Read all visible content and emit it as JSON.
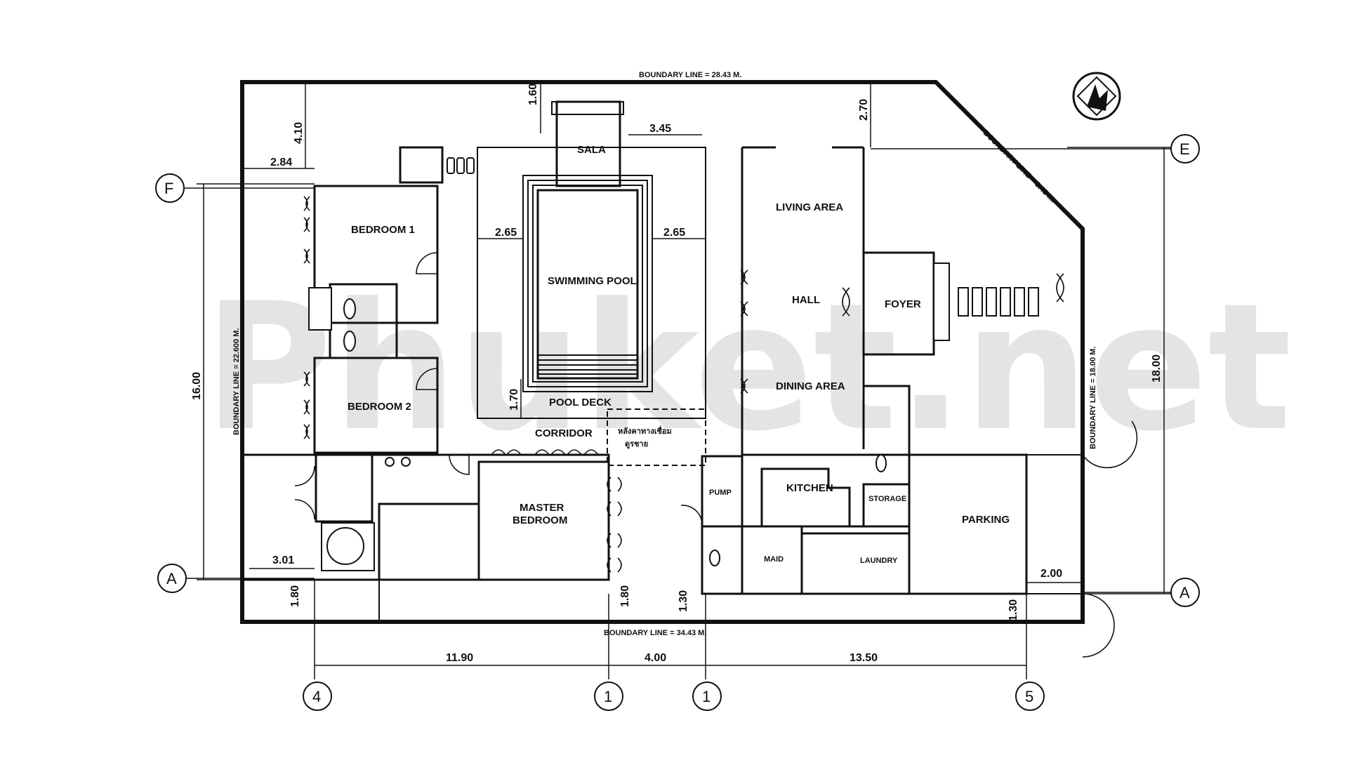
{
  "watermark": "Phuket.net",
  "rooms": {
    "sala": "SALA",
    "bedroom1": "BEDROOM 1",
    "bedroom2": "BEDROOM 2",
    "swimming_pool": "SWIMMING POOL",
    "pool_deck": "POOL DECK",
    "corridor": "CORRIDOR",
    "thai_line1": "หลังคาทางเชื่อม",
    "thai_line2": "ดูรชาย",
    "master_bedroom_line1": "MASTER",
    "master_bedroom_line2": "BEDROOM",
    "living_area": "LIVING AREA",
    "hall": "HALL",
    "dining_area": "DINING AREA",
    "foyer": "FOYER",
    "kitchen": "KITCHEN",
    "pump": "PUMP",
    "storage": "STORAGE",
    "maid": "MAID",
    "laundry": "LAUNDRY",
    "parking": "PARKING"
  },
  "boundary": {
    "top": "BOUNDARY LINE = 28.43 M.",
    "diagonal": "BOUNDARY LINE = 8.43 M.",
    "left": "BOUNDARY LINE = 22.600 M.",
    "right": "BOUNDARY LINE = 18.00 M.",
    "bottom": "BOUNDARY LINE = 34.43 M."
  },
  "dimensions": {
    "d160": "1.60",
    "d410": "4.10",
    "d284": "2.84",
    "d345": "3.45",
    "d270": "2.70",
    "d265_left": "2.65",
    "d265_right": "2.65",
    "d170": "1.70",
    "d301": "3.01",
    "d180_left": "1.80",
    "d180_mid": "1.80",
    "d130_mid": "1.30",
    "d130_right": "1.30",
    "d200": "2.00",
    "d1600": "16.00",
    "d1800": "18.00",
    "d1190": "11.90",
    "d400": "4.00",
    "d1350": "13.50"
  },
  "grid": {
    "F": "F",
    "E": "E",
    "A_left": "A",
    "A_right": "A",
    "g4": "4",
    "g1a": "1",
    "g1b": "1",
    "g5": "5"
  },
  "north_arrow": "north-arrow-icon"
}
